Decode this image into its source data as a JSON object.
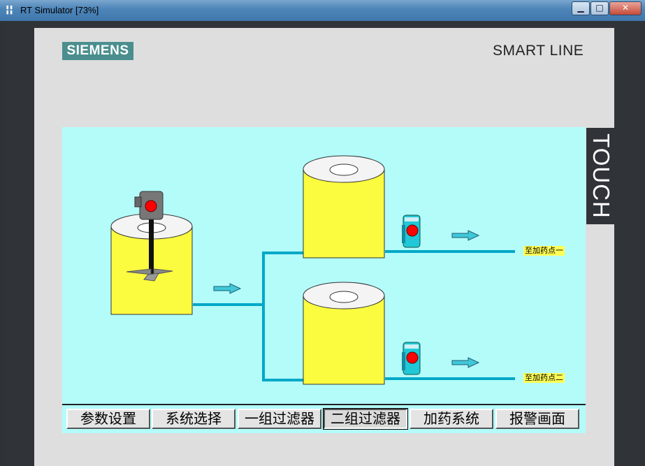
{
  "window": {
    "title": "RT Simulator [73%]",
    "minimize_label": "▁",
    "maximize_label": "□",
    "close_label": "✕"
  },
  "panel": {
    "brand": "SIEMENS",
    "product_line": "SMART LINE",
    "touch_label": "TOUCH"
  },
  "scene": {
    "outlets": [
      {
        "label": "至加药点一"
      },
      {
        "label": "至加药点二"
      }
    ]
  },
  "nav": {
    "active_index": 3,
    "buttons": [
      {
        "label": "参数设置"
      },
      {
        "label": "系统选择"
      },
      {
        "label": "一组过滤器"
      },
      {
        "label": "二组过滤器"
      },
      {
        "label": "加药系统"
      },
      {
        "label": "报警画面"
      }
    ]
  },
  "colors": {
    "screen_bg": "#b3fcfa",
    "tank": "#fbfb40",
    "pipe": "#00a8c8",
    "indicator": "#ff0000",
    "brand": "#4a8e8e"
  }
}
